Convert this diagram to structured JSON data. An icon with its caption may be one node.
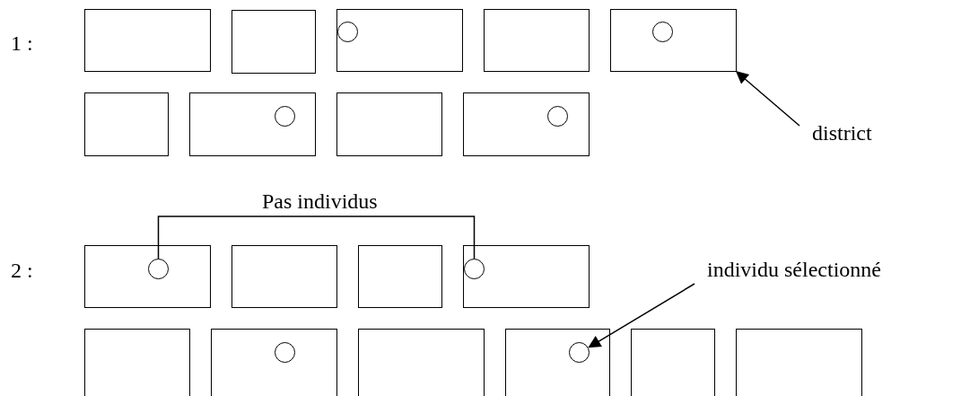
{
  "diagram": {
    "nodes": [
      {
        "text": [],
        "shape": "box"
      },
      {
        "text": [],
        "shape": "box"
      },
      {
        "text": [],
        "shape": "box"
      },
      {
        "text": [],
        "shape": "circle",
        "in": 2
      },
      {
        "text": [],
        "shape": "box"
      },
      {
        "text": [],
        "shape": "box"
      },
      {
        "text": [],
        "shape": "circle",
        "in": 5
      },
      {
        "text": [],
        "shape": "box"
      },
      {
        "text": [],
        "shape": "box"
      },
      {
        "text": [],
        "shape": "circle",
        "in": 8
      },
      {
        "text": [],
        "shape": "box"
      },
      {
        "text": [],
        "shape": "box"
      },
      {
        "text": [],
        "shape": "circle",
        "in": 11
      },
      {
        "text": [
          "district"
        ]
      },
      {
        "text": [
          "Pas individus"
        ]
      },
      {
        "text": [],
        "shape": "box"
      },
      {
        "text": [],
        "shape": "circle",
        "in": 15
      },
      {
        "text": [],
        "shape": "box"
      },
      {
        "text": [],
        "shape": "box"
      },
      {
        "text": [],
        "shape": "box"
      },
      {
        "text": [],
        "shape": "circle",
        "in": 19
      },
      {
        "text": [
          "individu sélectionné"
        ]
      },
      {
        "text": [],
        "shape": "box"
      },
      {
        "text": [],
        "shape": "box"
      },
      {
        "text": [],
        "shape": "circle",
        "in": 23
      },
      {
        "text": [],
        "shape": "box"
      },
      {
        "text": [],
        "shape": "box"
      },
      {
        "text": [],
        "shape": "circle",
        "in": 26
      },
      {
        "text": [],
        "shape": "box"
      },
      {
        "text": [],
        "shape": "box"
      }
    ],
    "edges": [
      {
        "from": 13,
        "to": 5,
        "arrow": "to"
      },
      {
        "from": 14,
        "to": 16,
        "arrow": "none"
      },
      {
        "from": 14,
        "to": 20,
        "arrow": "none"
      },
      {
        "from": 21,
        "to": 27,
        "arrow": "to"
      }
    ],
    "labels": [
      "1 :",
      "2 :"
    ]
  }
}
